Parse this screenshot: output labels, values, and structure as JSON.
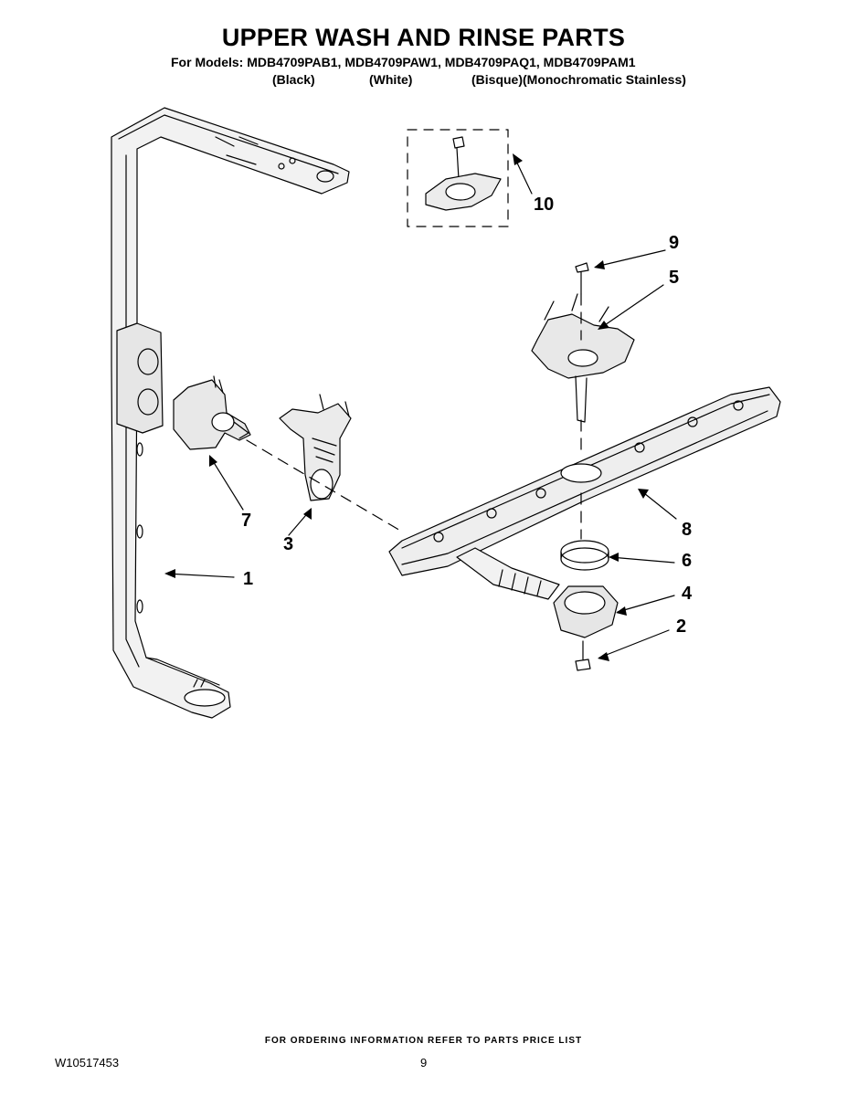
{
  "header": {
    "title": "UPPER WASH AND RINSE PARTS",
    "models": "For Models: MDB4709PAB1, MDB4709PAW1, MDB4709PAQ1, MDB4709PAM1",
    "colors": [
      "(Black)",
      "(White)",
      "(Bisque)(Monochromatic Stainless)"
    ]
  },
  "callouts": [
    "1",
    "2",
    "3",
    "4",
    "5",
    "6",
    "7",
    "8",
    "9",
    "10"
  ],
  "footer": {
    "note": "FOR ORDERING INFORMATION REFER TO PARTS PRICE LIST",
    "doc_number": "W10517453",
    "page_number": "9"
  }
}
